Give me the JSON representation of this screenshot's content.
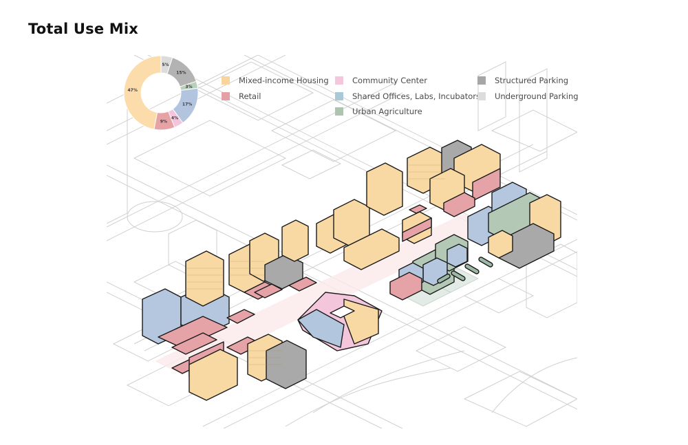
{
  "page": {
    "title": "Total Use Mix"
  },
  "legend": {
    "items": [
      {
        "label": "Mixed-income Housing",
        "color": "#f9d59e"
      },
      {
        "label": "Retail",
        "color": "#e4a0a4"
      },
      {
        "label": "Community  Center",
        "color": "#f4c7dc"
      },
      {
        "label": "Shared Offices, Labs, Incubators",
        "color": "#a9c9d8"
      },
      {
        "label": "Urban Agriculture",
        "color": "#adc4b1"
      },
      {
        "label": "Structured Parking",
        "color": "#a6a6a6"
      },
      {
        "label": "Underground Parking",
        "color": "#dcdcdc"
      }
    ]
  },
  "chart_data": {
    "type": "pie",
    "variant": "donut",
    "title": "Total Use Mix",
    "categories": [
      "Underground Parking",
      "Structured Parking",
      "Urban Agriculture",
      "Shared Offices, Labs, Incubators",
      "Community Center",
      "Retail",
      "Mixed-income Housing"
    ],
    "values": [
      5,
      15,
      3,
      17,
      4,
      9,
      47
    ],
    "labels": [
      "5%",
      "15%",
      "3%",
      "17%",
      "4%",
      "9%",
      "47%"
    ],
    "colors": [
      "#dcdcdc",
      "#b3b3b3",
      "#b9d1bc",
      "#b3c5de",
      "#f4c3dc",
      "#e7a2a6",
      "#fcdcaa"
    ],
    "start_angle_deg": 0,
    "direction": "clockwise",
    "legend_position": "right"
  },
  "colors": {
    "housing": "#f9d9a3",
    "retail": "#e6a3a7",
    "community": "#f3c6dc",
    "office": "#b2c6de",
    "agriculture": "#b3c9b6",
    "parking": "#a9a9a9",
    "underground": "#e2e8e4",
    "context_line": "#c9c9c9",
    "plaza": "#fbe9e9"
  }
}
